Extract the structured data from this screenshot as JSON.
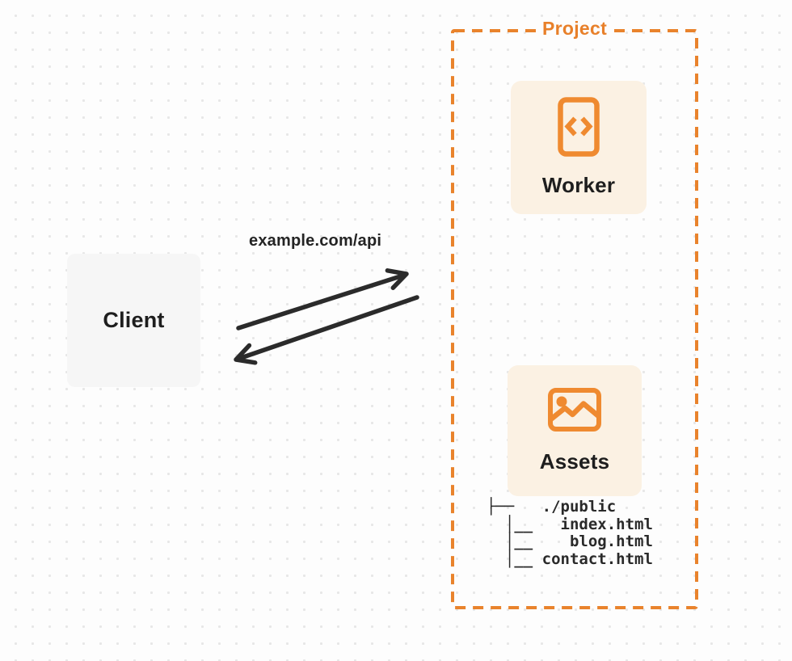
{
  "diagram": {
    "client": {
      "label": "Client"
    },
    "request_label": "example.com/api",
    "project": {
      "label": "Project",
      "worker": {
        "label": "Worker",
        "icon": "code-file-icon"
      },
      "assets": {
        "label": "Assets",
        "icon": "image-icon"
      },
      "file_tree": {
        "root": "./public",
        "files": [
          "index.html",
          "blog.html",
          "contact.html"
        ],
        "text": "├──   ./public\n  │__   index.html\n  │__    blog.html\n  │__ contact.html"
      }
    },
    "colors": {
      "accent_orange": "#e9832c",
      "card_background": "#fbf1e3",
      "client_background": "#f6f6f6",
      "arrow_color": "#2b2b2b",
      "text_dark": "#1e1e1e",
      "dot_grid": "#e7e7e7"
    }
  }
}
